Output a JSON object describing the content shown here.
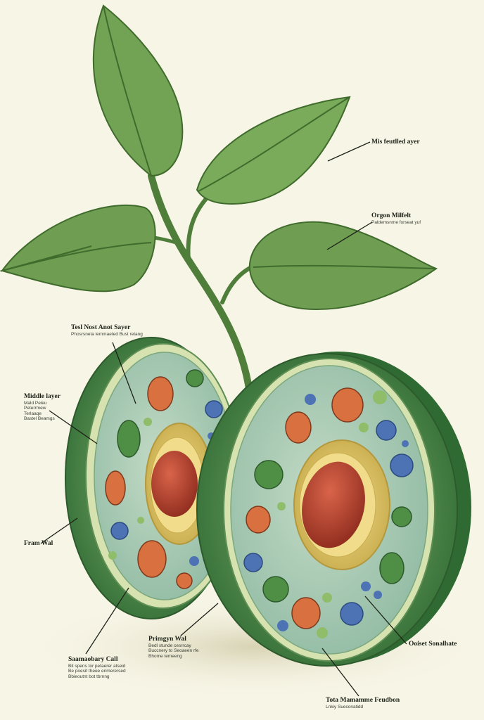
{
  "labels": {
    "mis_fertile_layer": {
      "title": "Mis feutlled ayer"
    },
    "orgon": {
      "title": "Orgon Milfelt",
      "sub": "Paldemsnme forseat yuf"
    },
    "test_nost": {
      "title": "Tesl Nost Anot Sayer",
      "sub": "Phosrsneta lemmaeted Bust retang"
    },
    "middle_layer": {
      "title": "Middle layer",
      "lines": [
        "Mald Peleu",
        "Peterrmew",
        "Terlaaqe",
        "Bastel Beamgs"
      ]
    },
    "fram_wall": {
      "title": "Fram Wal"
    },
    "secondary_cell": {
      "title": "Saamaobary Call",
      "lines": [
        "Bit spens tor petaerer atseid",
        "Be poesit theee enmerersed",
        "Bbieoutnt bot tbrnng"
      ]
    },
    "primgm_wall": {
      "title": "Primgyn Wal",
      "lines": [
        "Bedl stunde cesrrcay",
        "Buccnery to Seoaeen rfe",
        "Bhome temeeng"
      ]
    },
    "outer_sonalate": {
      "title": "Ooiset Sonalhate"
    },
    "tota_mamme": {
      "title": "Tota Mamamme Feudbon",
      "sub": "Lnkiy Sueconatidd"
    }
  },
  "colors": {
    "background": "#f7f5e6",
    "leaf": "#6f9d52",
    "leaf_dark": "#3f6b2c",
    "rind": "#4f8a45",
    "cytoplasm": "#a8c9b2",
    "nucleus": "#b9412d",
    "nucleus_ring": "#e9cf72",
    "text": "#1d2218"
  },
  "icons": [
    "leaf-icon",
    "stem-icon",
    "cell-slice-icon",
    "nucleus-icon",
    "organelle-icon"
  ]
}
